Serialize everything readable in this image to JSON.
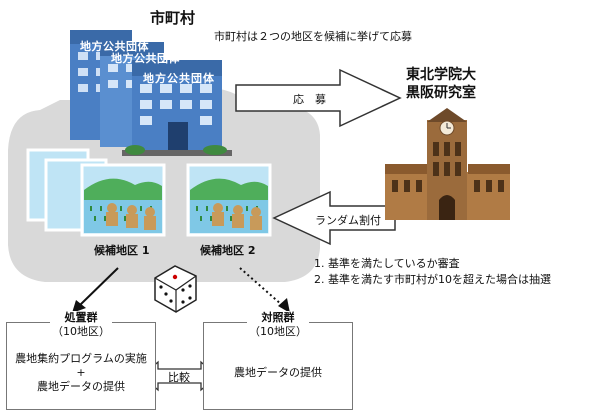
{
  "municipality": {
    "label": "市町村",
    "building_sign": "地方公共団体"
  },
  "note_top": "市町村は２つの地区を候補に挙げて応募",
  "university": {
    "line1": "東北学院大",
    "line2": "黒阪研究室"
  },
  "arrows": {
    "apply_label": "応　募",
    "random_label": "ランダム割付",
    "compare_label": "比較"
  },
  "candidates": [
    {
      "label": "候補地区 1"
    },
    {
      "label": "候補地区 2"
    }
  ],
  "criteria": [
    "基準を満たしているか審査",
    "基準を満たす市町村が10を超えた場合は抽選"
  ],
  "treatment": {
    "title": "処置群",
    "count": "（10地区）",
    "line1": "農地集約プログラムの実施",
    "plus": "+",
    "line2": "農地データの提供"
  },
  "control": {
    "title": "対照群",
    "count": "（10地区）",
    "line1": "農地データの提供"
  },
  "colors": {
    "cloud": "#d9d9d9",
    "building_blue": "#4a7fc4",
    "building_light": "#8fb3e0",
    "tower_brown": "#9b6b3c",
    "tower_dark": "#6e4a2a",
    "field_green": "#4fae5b",
    "sky": "#bfe4f5"
  }
}
